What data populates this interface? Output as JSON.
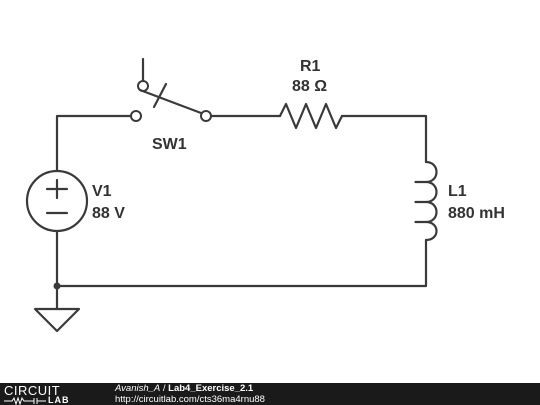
{
  "components": {
    "switch": {
      "name": "SW1"
    },
    "resistor": {
      "name": "R1",
      "value": "88 Ω"
    },
    "source": {
      "name": "V1",
      "value": "88 V",
      "plus": "+",
      "minus": "−"
    },
    "inductor": {
      "name": "L1",
      "value": "880 mH"
    }
  },
  "footer": {
    "logo_top": "CIRCUIT",
    "logo_bottom": "LAB",
    "author": "Avanish_A",
    "separator": "/",
    "title": "Lab4_Exercise_2.1",
    "url": "http://circuitlab.com/cts36ma4rnu88"
  },
  "colors": {
    "wire": "#3a3a3a",
    "label": "#333333",
    "footer_bg": "#1a1a1a"
  }
}
